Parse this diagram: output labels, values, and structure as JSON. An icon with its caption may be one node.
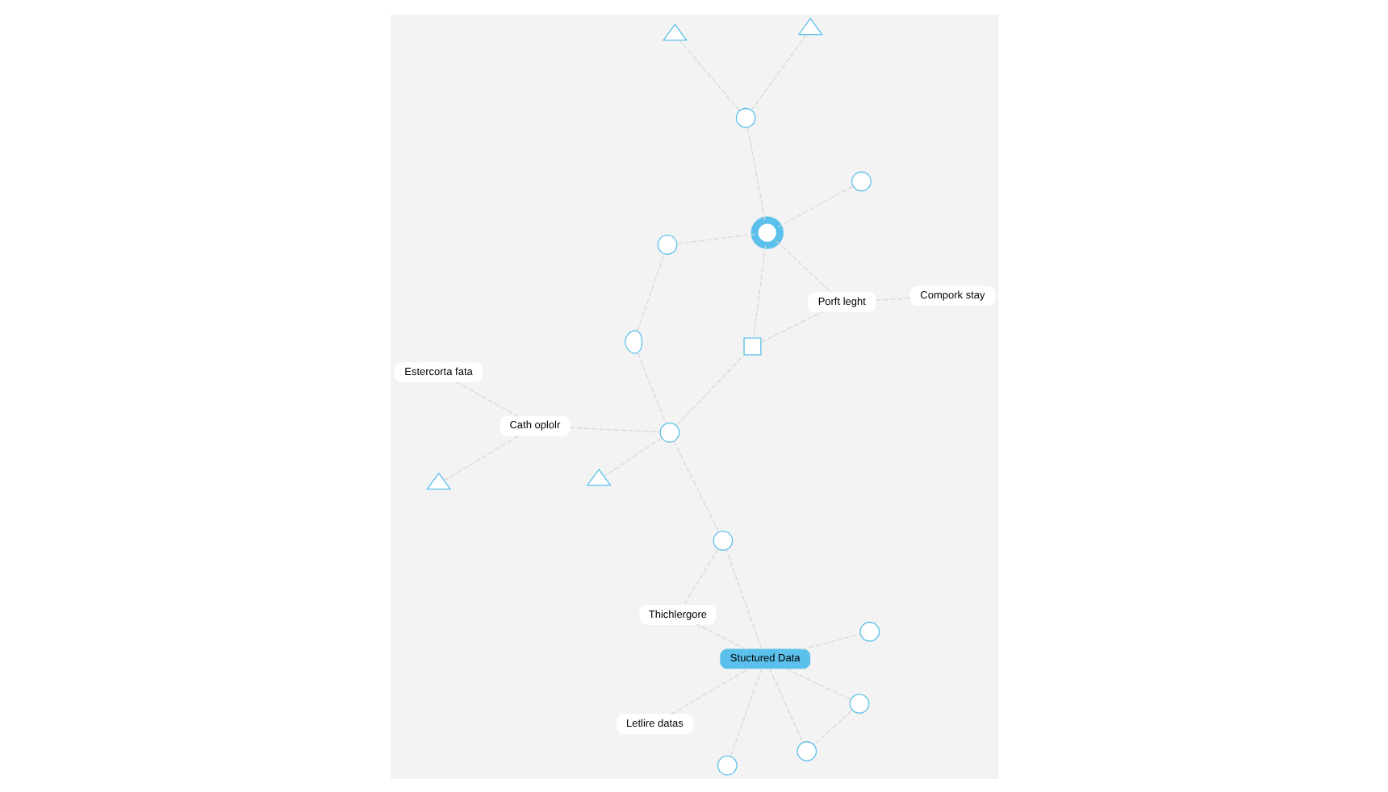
{
  "diagram": {
    "nodes": [
      {
        "text": [
          "Estercorta fata"
        ]
      },
      {
        "text": [],
        "shape": "triangle"
      },
      {
        "text": [
          "Cath oplolr"
        ]
      },
      {
        "text": [],
        "shape": "drop"
      },
      {
        "text": [],
        "shape": "circle"
      },
      {
        "text": [
          "Letlire datas"
        ]
      },
      {
        "text": [],
        "shape": "circle"
      },
      {
        "text": [],
        "shape": "circle"
      },
      {
        "text": [],
        "shape": "circle"
      },
      {
        "text": [
          "Stuctured Data"
        ]
      },
      {
        "text": [],
        "shape": "circle"
      },
      {
        "text": [],
        "shape": "circle"
      },
      {
        "text": [],
        "shape": "circle"
      },
      {
        "text": [],
        "shape": "box"
      },
      {
        "text": [],
        "shape": "circle"
      },
      {
        "text": [],
        "shape": "circle"
      },
      {
        "text": [],
        "shape": "circle"
      },
      {
        "text": [],
        "shape": "triangle"
      },
      {
        "text": [
          "Porft leght"
        ]
      },
      {
        "text": [],
        "shape": "triangle"
      },
      {
        "text": [],
        "shape": "triangle"
      },
      {
        "text": [
          "Thichlergore"
        ]
      },
      {
        "text": [
          "Compork stay"
        ]
      }
    ],
    "edges": [
      {
        "from": 0,
        "to": 2,
        "arrow": "none"
      },
      {
        "from": 1,
        "to": 2,
        "arrow": "none"
      },
      {
        "from": 2,
        "to": 11,
        "arrow": "none"
      },
      {
        "from": 3,
        "to": 11,
        "arrow": "none"
      },
      {
        "from": 3,
        "to": 4,
        "arrow": "none"
      },
      {
        "from": 4,
        "to": 12,
        "arrow": "none"
      },
      {
        "from": 8,
        "to": 12,
        "arrow": "none"
      },
      {
        "from": 5,
        "to": 9,
        "arrow": "none"
      },
      {
        "from": 6,
        "to": 9,
        "arrow": "none"
      },
      {
        "from": 7,
        "to": 9,
        "arrow": "none"
      },
      {
        "from": 7,
        "to": 10,
        "arrow": "none"
      },
      {
        "from": 9,
        "to": 10,
        "arrow": "none"
      },
      {
        "from": 11,
        "to": 13,
        "arrow": "none"
      },
      {
        "from": 11,
        "to": 15,
        "arrow": "none"
      },
      {
        "from": 11,
        "to": 20,
        "arrow": "none"
      },
      {
        "from": 9,
        "to": 14,
        "arrow": "none"
      },
      {
        "from": 9,
        "to": 15,
        "arrow": "none"
      },
      {
        "from": 9,
        "to": 21,
        "arrow": "none"
      },
      {
        "from": 15,
        "to": 21,
        "arrow": "none"
      },
      {
        "from": 13,
        "to": 12,
        "arrow": "none"
      },
      {
        "from": 13,
        "to": 18,
        "arrow": "none"
      },
      {
        "from": 18,
        "to": 22,
        "arrow": "none"
      },
      {
        "from": 12,
        "to": 18,
        "arrow": "none"
      },
      {
        "from": 12,
        "to": 16,
        "arrow": "none"
      },
      {
        "from": 16,
        "to": 17,
        "arrow": "none"
      },
      {
        "from": 16,
        "to": 19,
        "arrow": "none"
      }
    ]
  }
}
